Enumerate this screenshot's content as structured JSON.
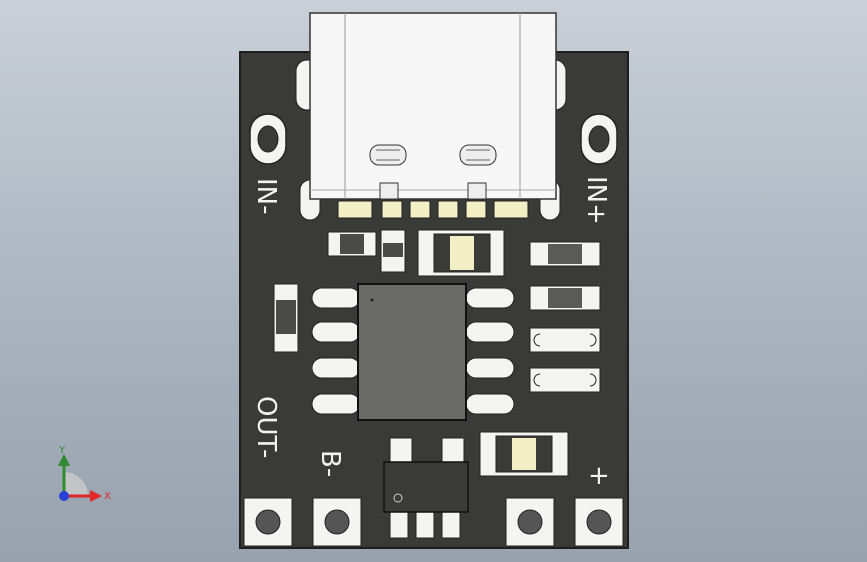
{
  "board": {
    "silkscreen": {
      "in_minus": "IN-",
      "in_plus": "IN+",
      "out_minus": "OUT-",
      "b_minus": "B-",
      "plus": "+"
    }
  },
  "triad": {
    "x_label": "X",
    "y_label": "Y"
  },
  "colors": {
    "background_top": "#c9d0d8",
    "background_bottom": "#97a2ae",
    "pcb": "#3a3a38",
    "pad": "#f4f4f0",
    "ic_body": "#6a6a66",
    "connector": "#f7f7f7",
    "led": "#f3efc4",
    "axis_x": "#e0262a",
    "axis_y": "#2e8b2e",
    "axis_z": "#2a3fd6"
  }
}
